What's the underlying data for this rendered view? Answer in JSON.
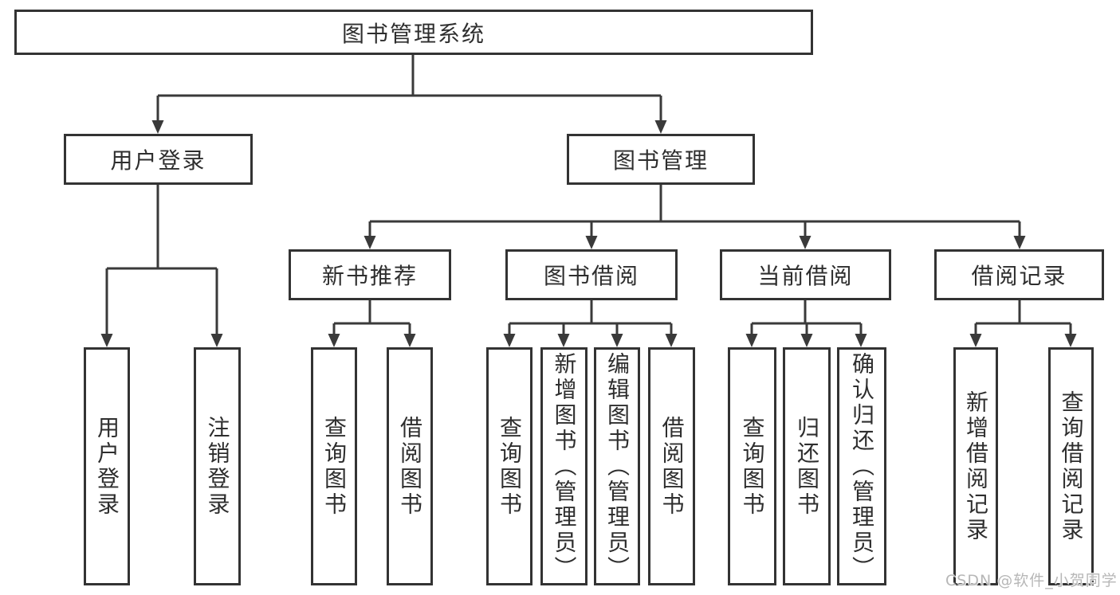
{
  "diagram": {
    "root": "图书管理系统",
    "level2": [
      "用户登录",
      "图书管理"
    ],
    "level3": [
      "新书推荐",
      "图书借阅",
      "当前借阅",
      "借阅记录"
    ],
    "leaves": [
      "用户登录",
      "注销登录",
      "查询图书",
      "借阅图书",
      "查询图书",
      "新增图书（管理员）",
      "编辑图书（管理员）",
      "借阅图书",
      "查询图书",
      "归还图书",
      "确认归还（管理员）",
      "新增借阅记录",
      "查询借阅记录"
    ]
  },
  "watermark": "CSDN @软件_小贺同学",
  "colors": {
    "line": "#3a3a3a",
    "box_border": "#333333",
    "text": "#2e2e2e",
    "watermark": "#b7b7b7",
    "background": "#ffffff"
  }
}
